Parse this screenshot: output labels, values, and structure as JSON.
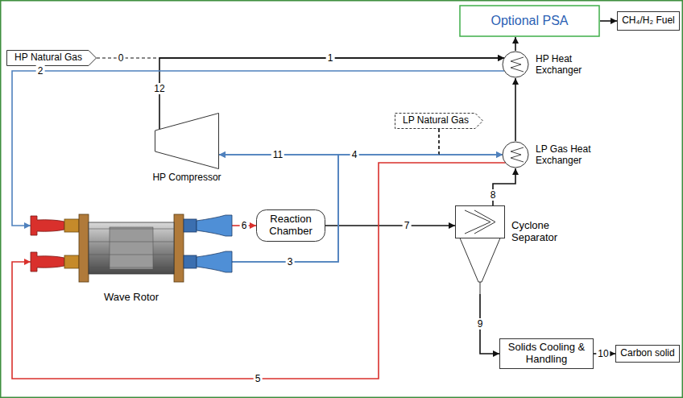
{
  "diagram": {
    "nodes": [
      {
        "text": [
          "HP Natural Gas"
        ]
      },
      {
        "text": [
          "Optional PSA"
        ]
      },
      {
        "text": [
          "CH₄/H₂ Fuel"
        ]
      },
      {
        "text": [
          "HP Heat Exchanger"
        ]
      },
      {
        "text": [
          "HP Compressor"
        ]
      },
      {
        "text": [
          "LP Natural Gas"
        ]
      },
      {
        "text": [
          "LP Gas Heat Exchanger"
        ]
      },
      {
        "text": [
          "Wave Rotor"
        ]
      },
      {
        "text": [
          "Reaction Chamber"
        ]
      },
      {
        "text": [
          "Cyclone Separator"
        ]
      },
      {
        "text": [
          "Solids Cooling & Handling"
        ]
      },
      {
        "text": [
          "Carbon solid"
        ]
      }
    ],
    "edges": [
      {
        "from": 0,
        "to": 3,
        "arrow": "to"
      },
      {
        "from": 4,
        "to": 3,
        "arrow": "to"
      },
      {
        "from": 3,
        "to": 1,
        "arrow": "to"
      },
      {
        "from": 1,
        "to": 2,
        "arrow": "to"
      },
      {
        "from": 3,
        "to": 7,
        "arrow": "to"
      },
      {
        "from": 7,
        "to": 8,
        "arrow": "to"
      },
      {
        "from": 8,
        "to": 9,
        "arrow": "to"
      },
      {
        "from": 9,
        "to": 6,
        "arrow": "to"
      },
      {
        "from": 6,
        "to": 3,
        "arrow": "to"
      },
      {
        "from": 6,
        "to": 7,
        "arrow": "to"
      },
      {
        "from": 7,
        "to": 6,
        "arrow": "to"
      },
      {
        "from": 7,
        "to": 4,
        "arrow": "to"
      },
      {
        "from": 5,
        "to": 6,
        "arrow": "to"
      },
      {
        "from": 5,
        "to": 4,
        "arrow": "to"
      },
      {
        "from": 9,
        "to": 10,
        "arrow": "to"
      },
      {
        "from": 10,
        "to": 11,
        "arrow": "to"
      }
    ],
    "labels": [
      "0",
      "1",
      "2",
      "12",
      "11",
      "4",
      "6",
      "7",
      "3",
      "8",
      "9",
      "5",
      "10"
    ]
  }
}
